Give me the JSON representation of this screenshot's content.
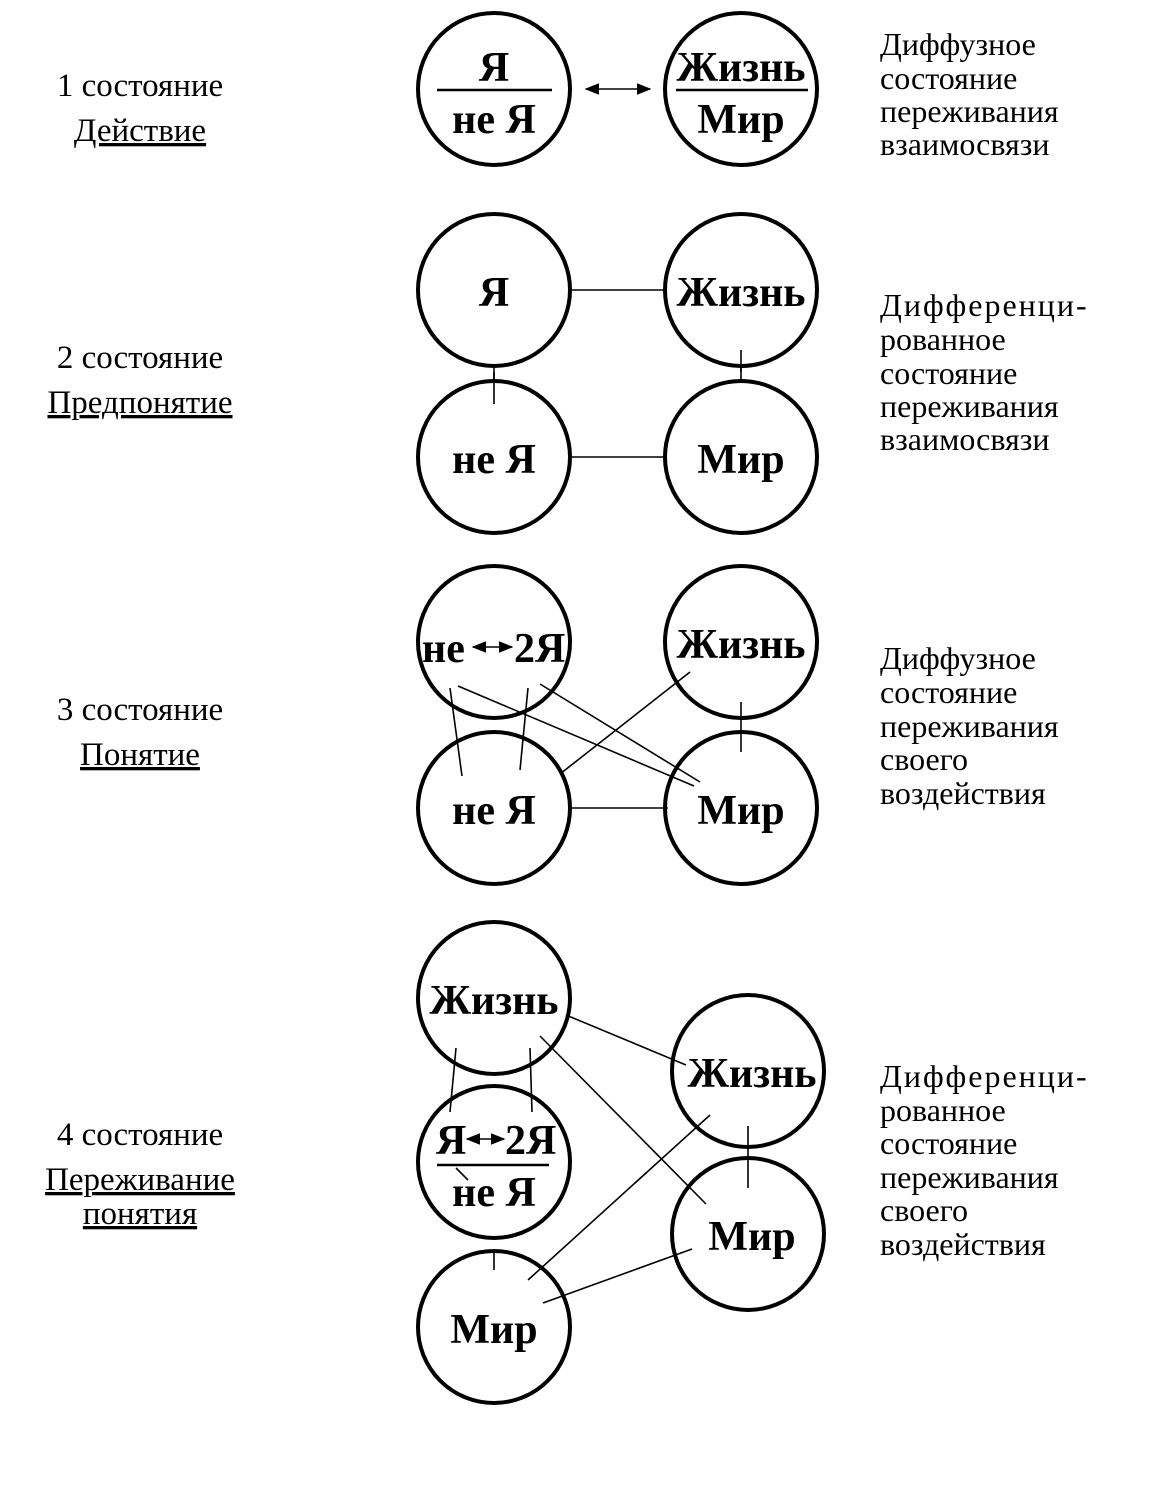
{
  "states": [
    {
      "number_label": "1 состояние",
      "name": "Действие",
      "description": [
        "Диффузное",
        "состояние",
        "переживания",
        "взаимосвязи"
      ],
      "nodes": {
        "self_top": "Я",
        "self_bottom": "не Я",
        "life_top": "Жизнь",
        "life_bottom": "Мир"
      }
    },
    {
      "number_label": "2 состояние",
      "name": "Предпонятие",
      "description": [
        "Дифференци-",
        "рованное",
        "состояние",
        "переживания",
        "взаимосвязи"
      ],
      "nodes": {
        "self": "Я",
        "not_self": "не Я",
        "life": "Жизнь",
        "world": "Мир"
      }
    },
    {
      "number_label": "3 состояние",
      "name": "Понятие",
      "description": [
        "Диффузное",
        "состояние",
        "переживания",
        "своего",
        "воздействия"
      ],
      "nodes": {
        "not_self_2_left": "не",
        "not_self_2_right": "2Я",
        "not_self": "не Я",
        "life": "Жизнь",
        "world": "Мир"
      }
    },
    {
      "number_label": "4 состояние",
      "name": "Переживание понятия",
      "name_lines": [
        "Переживание",
        "понятия"
      ],
      "description": [
        "Дифференци-",
        "рованное",
        "состояние",
        "переживания",
        "своего",
        "воздействия"
      ],
      "nodes": {
        "life_left": "Жизнь",
        "self_2_left": "Я",
        "self_2_right": "2Я",
        "self_2_bottom": "не Я",
        "world_left": "Мир",
        "life_right": "Жизнь",
        "world_right": "Мир"
      }
    }
  ]
}
